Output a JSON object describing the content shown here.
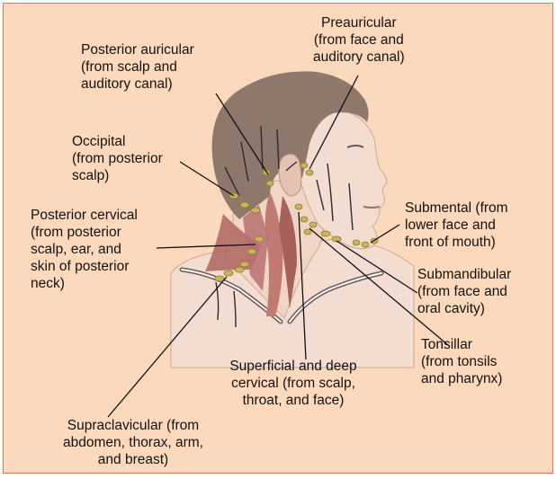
{
  "colors": {
    "background": "#fcd9bd",
    "border": "#e07a4a",
    "hair": "#8e786b",
    "skin": "#f3ddd0",
    "skin_shadow": "#d9b8a8",
    "muscle": "#b26a66",
    "node": "#c9b45c",
    "node_outline": "#8f7c2c",
    "leader": "#111111"
  },
  "labels": {
    "preauricular": [
      "Preauricular",
      "(from face and",
      "auditory canal)"
    ],
    "posterior_auricular": [
      "Posterior auricular",
      "(from scalp and",
      "auditory canal)"
    ],
    "occipital": [
      "Occipital",
      "(from posterior",
      "scalp)"
    ],
    "posterior_cervical": [
      "Posterior cervical",
      "(from posterior",
      "scalp, ear, and",
      "skin of posterior",
      "neck)"
    ],
    "submental": [
      "Submental (from",
      "lower face and",
      "front of mouth)"
    ],
    "submandibular": [
      "Submandibular",
      "(from face and",
      "oral cavity)"
    ],
    "tonsillar": [
      "Tonsillar",
      "(from tonsils",
      "and pharynx)"
    ],
    "superficial_deep_cervical": [
      "Superficial and deep",
      "cervical  (from scalp,",
      "throat, and face)"
    ],
    "supraclavicular": [
      "Supraclavicular (from",
      "abdomen, thorax, arm,",
      "and breast)"
    ]
  }
}
